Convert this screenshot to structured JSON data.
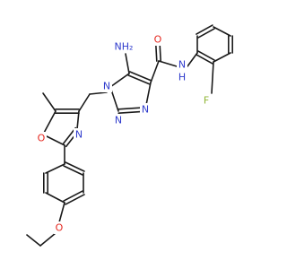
{
  "colors": {
    "bond": "#1a1a1a",
    "carbon_text": "#1a1a1a",
    "nitrogen": "#2f3bcc",
    "oxygen": "#e5271f",
    "fluorine": "#8fb534"
  },
  "labels": {
    "nh2": "NH₂",
    "o_carbonyl": "O",
    "nh_amide": "N",
    "h_amide": "H",
    "f": "F",
    "n_triazole_1": "N",
    "n_triazole_2": "N",
    "n_triazole_3": "N",
    "n_oxazole": "N",
    "o_oxazole": "O",
    "o_ether": "O"
  }
}
